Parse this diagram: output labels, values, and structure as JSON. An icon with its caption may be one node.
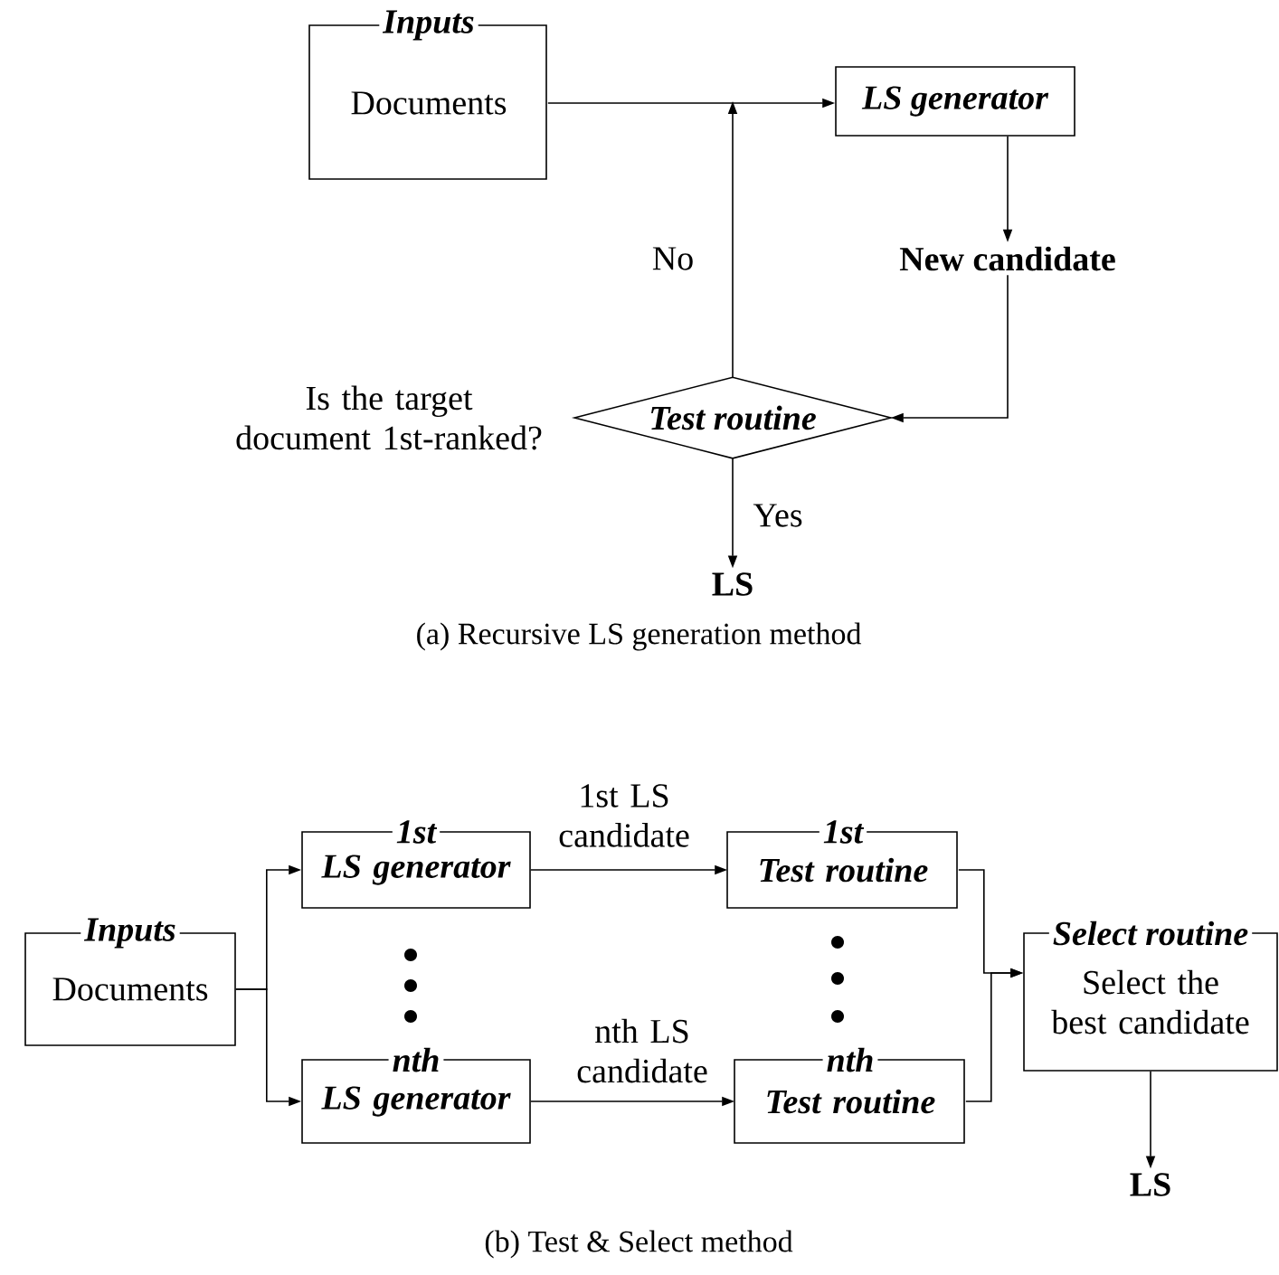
{
  "diagram": {
    "nodes": [
      {
        "text": [
          "Inputs",
          "Documents"
        ]
      },
      {
        "text": [
          "LS generator"
        ]
      },
      {
        "text": [
          "New candidate"
        ]
      },
      {
        "text": [
          "Test routine"
        ],
        "beside": [
          "Is the target document 1st-ranked?"
        ]
      },
      {
        "text": [
          "LS"
        ]
      },
      {
        "text": [
          "Inputs",
          "Documents"
        ]
      },
      {
        "text": [
          "1st",
          "LS generator"
        ]
      },
      {
        "text": [
          "1st",
          "Test routine"
        ]
      },
      {
        "text": [
          "nth",
          "LS generator"
        ]
      },
      {
        "text": [
          "nth",
          "Test routine"
        ]
      },
      {
        "text": [
          "Select routine",
          "Select the best candidate"
        ]
      },
      {
        "text": [
          "LS"
        ]
      }
    ],
    "edges": [
      {
        "from": 0,
        "to": 1,
        "arrow": "to"
      },
      {
        "from": 3,
        "to": null,
        "arrow": "to",
        "label": "No"
      },
      {
        "from": 1,
        "to": 2,
        "arrow": "to"
      },
      {
        "from": 2,
        "to": 3,
        "arrow": "to"
      },
      {
        "from": 3,
        "to": 4,
        "arrow": "to",
        "label": "Yes"
      },
      {
        "from": 5,
        "to": 6,
        "arrow": "to"
      },
      {
        "from": 5,
        "to": 8,
        "arrow": "to"
      },
      {
        "from": 6,
        "to": 7,
        "arrow": "to",
        "label": "1st LS candidate"
      },
      {
        "from": 8,
        "to": 9,
        "arrow": "to",
        "label": "nth LS candidate"
      },
      {
        "from": 7,
        "to": 10,
        "arrow": "to"
      },
      {
        "from": 9,
        "to": 10,
        "arrow": "to"
      },
      {
        "from": 10,
        "to": 11,
        "arrow": "to"
      }
    ],
    "labels": [
      "(a) Recursive LS generation method",
      "(b) Test & Select method"
    ]
  }
}
